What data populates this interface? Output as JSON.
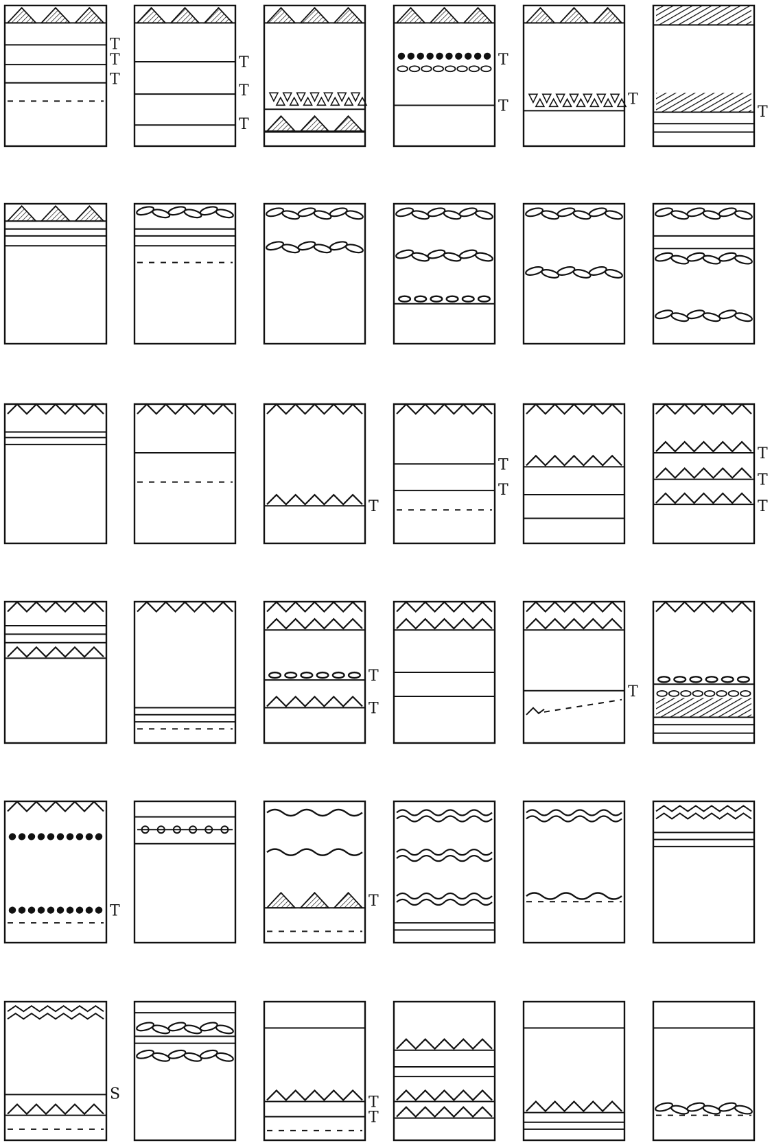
{
  "colors": {
    "ink": "#111111",
    "paper": "#ffffff"
  },
  "panels": [
    {
      "row": 1,
      "col": 1,
      "layers": [
        "hatched-triangles-band",
        "horizontal-line",
        "horizontal-line",
        "horizontal-line",
        "dashed-line"
      ],
      "marks": [
        "T",
        "T",
        "T"
      ]
    },
    {
      "row": 1,
      "col": 2,
      "layers": [
        "hatched-triangles-band",
        "horizontal-line",
        "horizontal-line",
        "horizontal-line"
      ],
      "marks": [
        "T",
        "T",
        "T"
      ]
    },
    {
      "row": 1,
      "col": 3,
      "layers": [
        "hatched-triangles-band",
        "open-triangles-band",
        "hatched-triangles-band",
        "horizontal-line"
      ],
      "marks": []
    },
    {
      "row": 1,
      "col": 4,
      "layers": [
        "hatched-triangles-band",
        "dark-ellipses-band",
        "open-ellipses-band",
        "horizontal-line"
      ],
      "marks": [
        "T",
        "T"
      ]
    },
    {
      "row": 1,
      "col": 5,
      "layers": [
        "hatched-triangles-band",
        "open-triangles-band"
      ],
      "marks": [
        "T"
      ]
    },
    {
      "row": 1,
      "col": 6,
      "layers": [
        "hatched-band",
        "hatched-band",
        "horizontal-line",
        "horizontal-line"
      ],
      "marks": [
        "T"
      ]
    },
    {
      "row": 2,
      "col": 1,
      "layers": [
        "hatched-triangles-band",
        "horizontal-line",
        "horizontal-line",
        "horizontal-line"
      ],
      "marks": []
    },
    {
      "row": 2,
      "col": 2,
      "layers": [
        "ellipse-chain",
        "horizontal-line",
        "horizontal-line",
        "horizontal-line",
        "dashed-line"
      ],
      "marks": []
    },
    {
      "row": 2,
      "col": 3,
      "layers": [
        "ellipse-chain",
        "ellipse-chain"
      ],
      "marks": []
    },
    {
      "row": 2,
      "col": 4,
      "layers": [
        "ellipse-chain",
        "ellipse-chain",
        "ellipse-row"
      ],
      "marks": []
    },
    {
      "row": 2,
      "col": 5,
      "layers": [
        "ellipse-chain",
        "ellipse-chain"
      ],
      "marks": []
    },
    {
      "row": 2,
      "col": 6,
      "layers": [
        "ellipse-chain",
        "horizontal-line",
        "horizontal-line",
        "ellipse-chain",
        "ellipse-chain"
      ],
      "marks": []
    },
    {
      "row": 3,
      "col": 1,
      "layers": [
        "zigzag",
        "horizontal-line",
        "horizontal-line",
        "horizontal-line"
      ],
      "marks": []
    },
    {
      "row": 3,
      "col": 2,
      "layers": [
        "zigzag",
        "horizontal-line",
        "dashed-line"
      ],
      "marks": []
    },
    {
      "row": 3,
      "col": 3,
      "layers": [
        "zigzag",
        "zigzag"
      ],
      "marks": [
        "T"
      ]
    },
    {
      "row": 3,
      "col": 4,
      "layers": [
        "zigzag",
        "horizontal-line",
        "horizontal-line",
        "dashed-line"
      ],
      "marks": [
        "T",
        "T"
      ]
    },
    {
      "row": 3,
      "col": 5,
      "layers": [
        "zigzag",
        "zigzag",
        "horizontal-line",
        "horizontal-line"
      ],
      "marks": []
    },
    {
      "row": 3,
      "col": 6,
      "layers": [
        "zigzag",
        "zigzag",
        "zigzag",
        "zigzag"
      ],
      "marks": [
        "T",
        "T",
        "T"
      ]
    },
    {
      "row": 4,
      "col": 1,
      "layers": [
        "zigzag",
        "horizontal-line",
        "horizontal-line",
        "horizontal-line",
        "zigzag"
      ],
      "marks": []
    },
    {
      "row": 4,
      "col": 2,
      "layers": [
        "zigzag",
        "horizontal-line",
        "horizontal-line",
        "horizontal-line",
        "dashed-line"
      ],
      "marks": []
    },
    {
      "row": 4,
      "col": 3,
      "layers": [
        "zigzag",
        "zigzag",
        "ellipse-row",
        "zigzag"
      ],
      "marks": [
        "T",
        "T"
      ]
    },
    {
      "row": 4,
      "col": 4,
      "layers": [
        "zigzag",
        "zigzag",
        "horizontal-line",
        "horizontal-line"
      ],
      "marks": []
    },
    {
      "row": 4,
      "col": 5,
      "layers": [
        "zigzag",
        "zigzag",
        "horizontal-line",
        "small-zigzag-dashed"
      ],
      "marks": [
        "T"
      ]
    },
    {
      "row": 4,
      "col": 6,
      "layers": [
        "zigzag",
        "ellipse-row",
        "open-ellipses-band",
        "hatched-band",
        "horizontal-line",
        "horizontal-line"
      ],
      "marks": []
    },
    {
      "row": 5,
      "col": 1,
      "layers": [
        "zigzag",
        "dark-ellipses-band",
        "dark-ellipses-band",
        "dashed-line"
      ],
      "marks": [
        "T"
      ]
    },
    {
      "row": 5,
      "col": 2,
      "layers": [
        "horizontal-line",
        "dot-chain",
        "horizontal-line"
      ],
      "marks": []
    },
    {
      "row": 5,
      "col": 3,
      "layers": [
        "wave",
        "wave",
        "hatched-triangles-band",
        "dashed-line"
      ],
      "marks": [
        "T"
      ]
    },
    {
      "row": 5,
      "col": 4,
      "layers": [
        "double-wave",
        "double-wave",
        "double-wave",
        "horizontal-line",
        "horizontal-line"
      ],
      "marks": []
    },
    {
      "row": 5,
      "col": 5,
      "layers": [
        "double-wave",
        "wave",
        "dashed-line"
      ],
      "marks": []
    },
    {
      "row": 5,
      "col": 6,
      "layers": [
        "double-zigzag",
        "horizontal-line",
        "horizontal-line",
        "horizontal-line"
      ],
      "marks": []
    },
    {
      "row": 6,
      "col": 1,
      "layers": [
        "double-zigzag",
        "horizontal-line",
        "zigzag",
        "dashed-line"
      ],
      "marks": [
        "S"
      ]
    },
    {
      "row": 6,
      "col": 2,
      "layers": [
        "horizontal-line",
        "ellipse-chain",
        "horizontal-line",
        "horizontal-line",
        "ellipse-chain"
      ],
      "marks": []
    },
    {
      "row": 6,
      "col": 3,
      "layers": [
        "horizontal-line",
        "zigzag",
        "horizontal-line",
        "dashed-line"
      ],
      "marks": [
        "T",
        "T"
      ]
    },
    {
      "row": 6,
      "col": 4,
      "layers": [
        "zigzag",
        "horizontal-line",
        "horizontal-line",
        "zigzag",
        "zigzag"
      ],
      "marks": []
    },
    {
      "row": 6,
      "col": 5,
      "layers": [
        "horizontal-line",
        "zigzag",
        "horizontal-line",
        "horizontal-line"
      ],
      "marks": []
    },
    {
      "row": 6,
      "col": 6,
      "layers": [
        "horizontal-line",
        "ellipse-chain",
        "dashed-line"
      ],
      "marks": []
    }
  ]
}
